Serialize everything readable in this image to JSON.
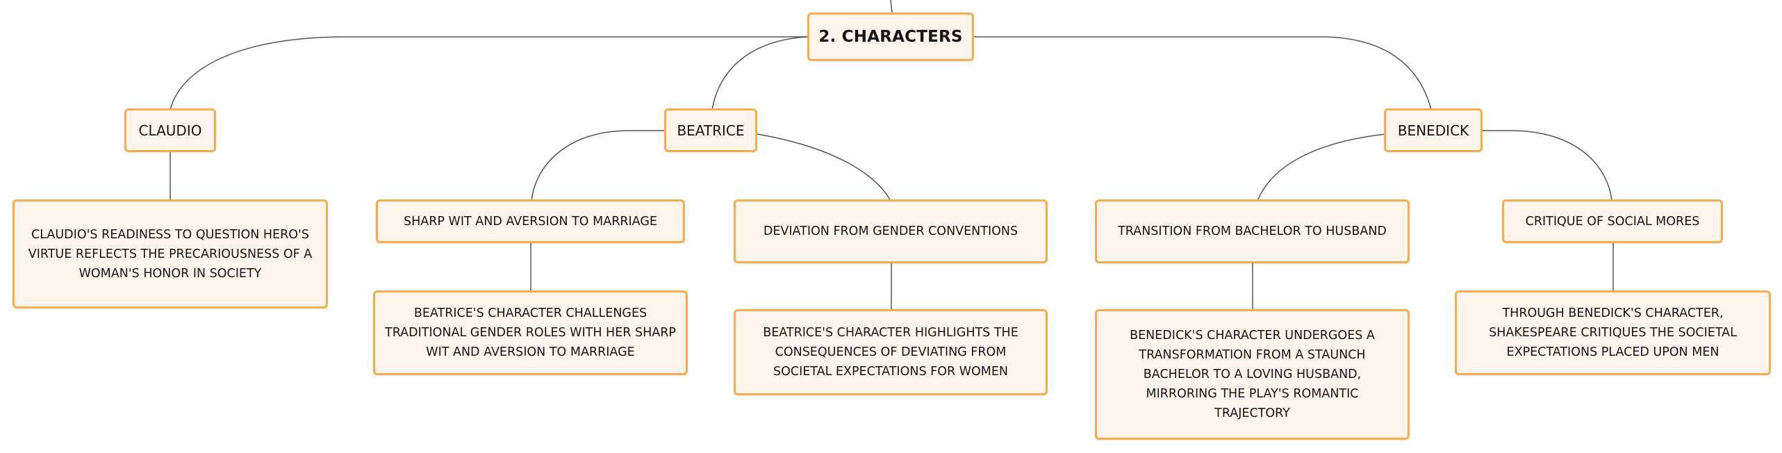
{
  "diagram": {
    "root": {
      "label": "2. CHARACTERS"
    },
    "claudio": {
      "label": "CLAUDIO",
      "detail": "CLAUDIO'S READINESS TO QUESTION HERO'S VIRTUE REFLECTS THE PRECARIOUSNESS OF A WOMAN'S HONOR IN SOCIETY"
    },
    "beatrice": {
      "label": "BEATRICE",
      "topic1": "SHARP WIT AND AVERSION TO MARRIAGE",
      "detail1": "BEATRICE'S CHARACTER CHALLENGES TRADITIONAL GENDER ROLES WITH HER SHARP WIT AND AVERSION TO MARRIAGE",
      "topic2": "DEVIATION FROM GENDER CONVENTIONS",
      "detail2": "BEATRICE'S CHARACTER HIGHLIGHTS THE CONSEQUENCES OF DEVIATING FROM SOCIETAL EXPECTATIONS FOR WOMEN"
    },
    "benedick": {
      "label": "BENEDICK",
      "topic1": "TRANSITION FROM BACHELOR TO HUSBAND",
      "detail1": "BENEDICK'S CHARACTER UNDERGOES A TRANSFORMATION FROM A STAUNCH BACHELOR TO A LOVING HUSBAND, MIRRORING THE PLAY'S ROMANTIC TRAJECTORY",
      "topic2": "CRITIQUE OF SOCIAL MORES",
      "detail2": "THROUGH BENEDICK'S CHARACTER, SHAKESPEARE CRITIQUES THE SOCIETAL EXPECTATIONS PLACED UPON MEN"
    },
    "colors": {
      "border": "#f5ae4f",
      "fill": "#fef4ec",
      "connector": "#555555"
    }
  }
}
